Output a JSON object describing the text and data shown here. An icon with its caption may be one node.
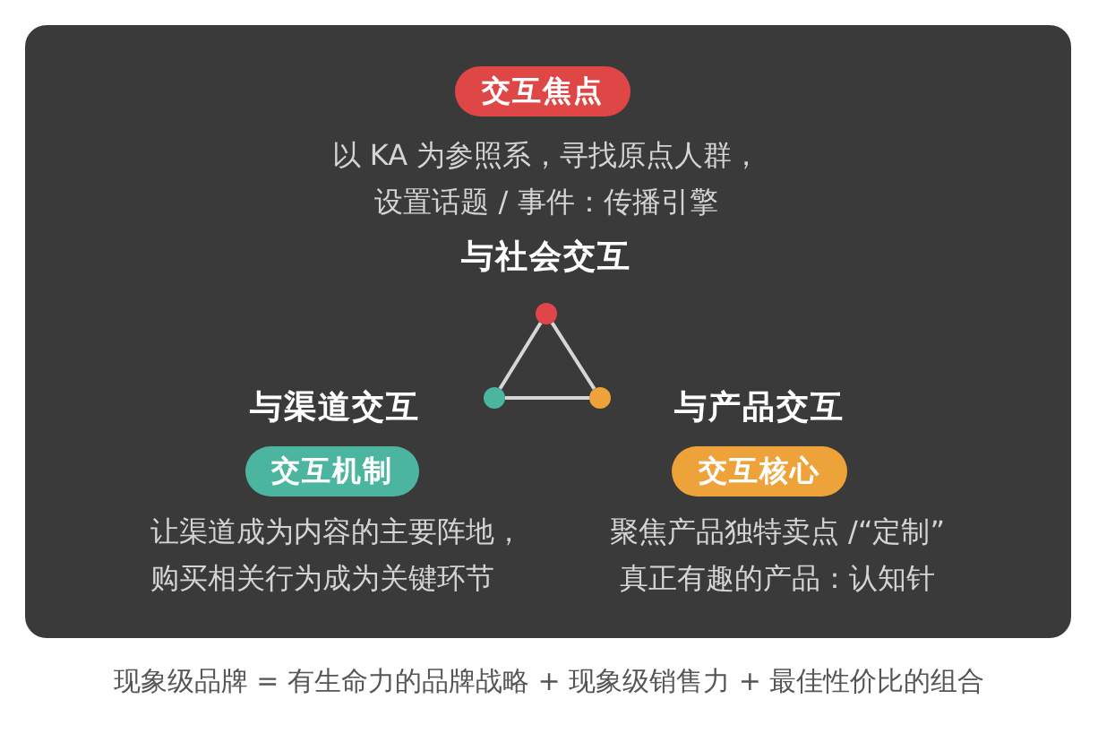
{
  "diagram": {
    "caption": "现象级品牌 = 有生命力的品牌战略 + 现象级销售力 + 最佳性价比的组合",
    "nodes": [
      {
        "text": [
          "交互焦点"
        ],
        "beside": [
          "以 KA 为参照系，寻找原点人群，设置话题 / 事件：传播引擎"
        ]
      },
      {
        "text": [],
        "shape": "circle",
        "beside": [
          "与社会交互"
        ]
      },
      {
        "text": [],
        "shape": "circle"
      },
      {
        "text": [],
        "shape": "circle"
      },
      {
        "text": [
          "交互机制"
        ],
        "beside": [
          "与渠道交互",
          "让渠道成为内容的主要阵地，购买相关行为成为关键环节"
        ]
      },
      {
        "text": [
          "交互核心"
        ],
        "beside": [
          "与产品交互",
          "聚焦产品独特卖点 /“定制”真正有趣的产品：认知针"
        ]
      }
    ],
    "edges": [
      {
        "from": 1,
        "to": 2,
        "arrow": "none"
      },
      {
        "from": 1,
        "to": 3,
        "arrow": "none"
      },
      {
        "from": 2,
        "to": 3,
        "arrow": "none"
      }
    ]
  }
}
